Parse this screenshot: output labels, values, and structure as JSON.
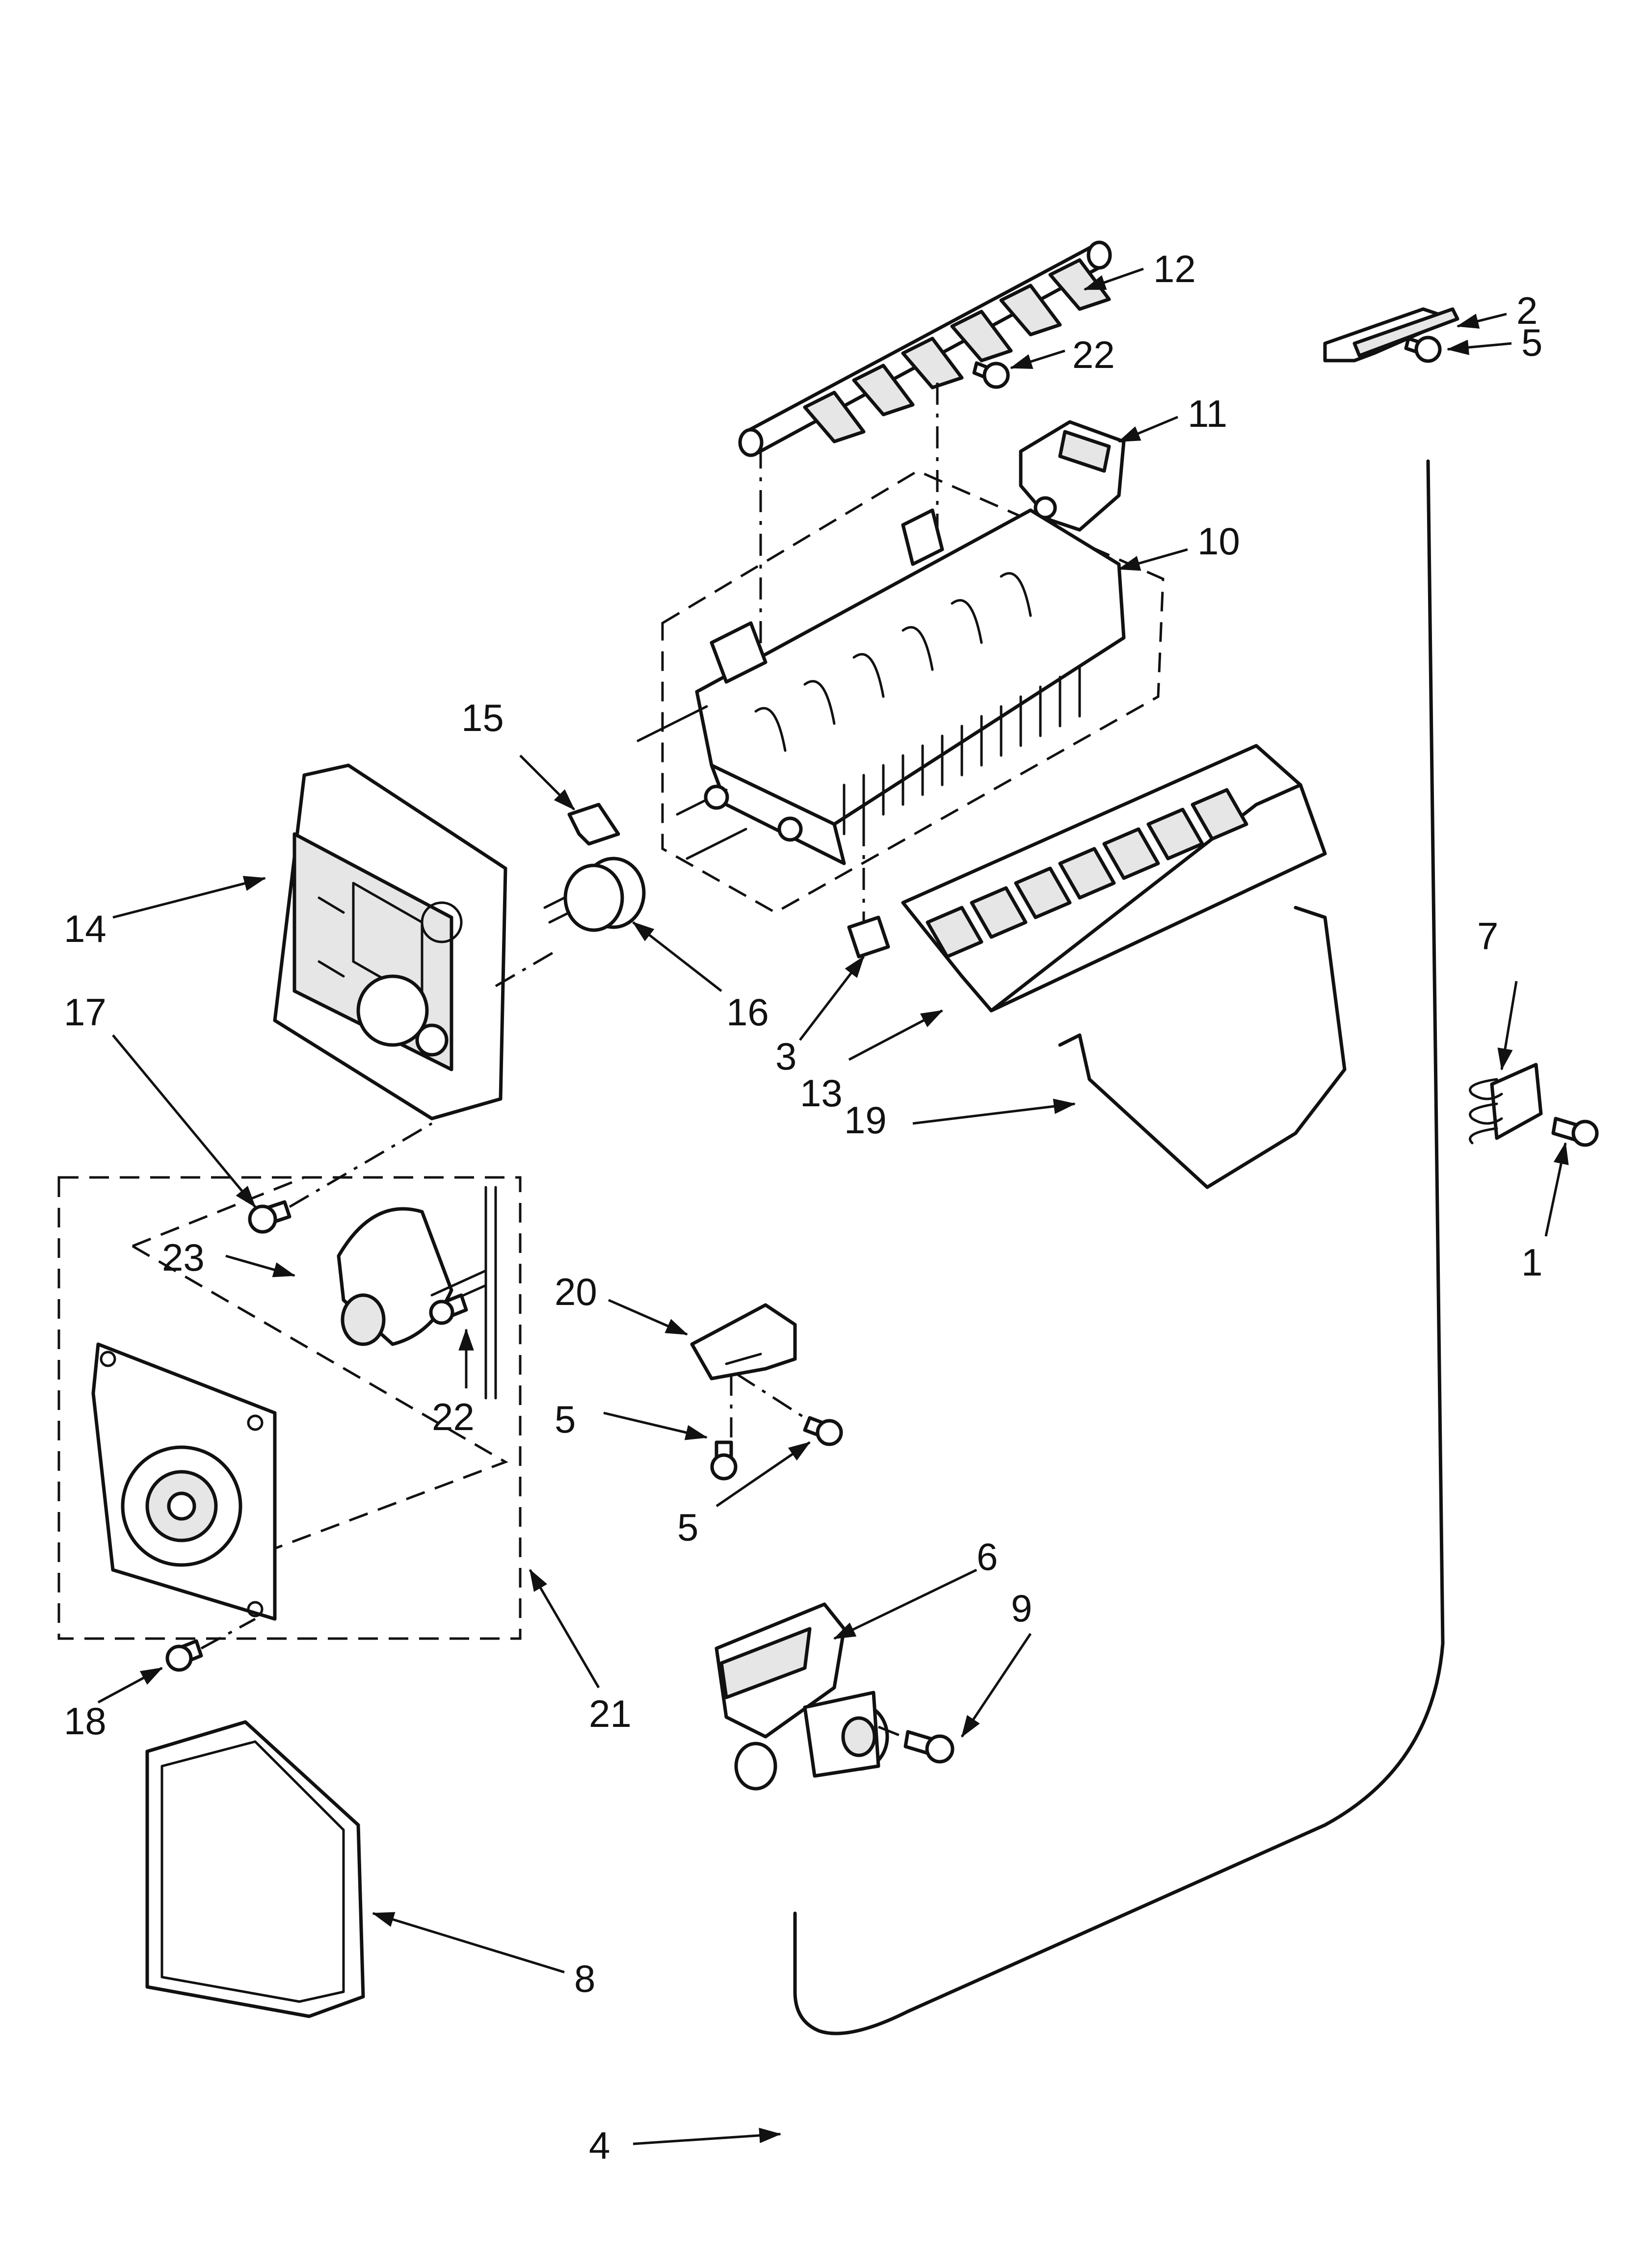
{
  "callouts": {
    "c1": "1",
    "c2": "2",
    "c3": "3",
    "c4": "4",
    "c5a": "5",
    "c5b": "5",
    "c5c": "5",
    "c6": "6",
    "c7": "7",
    "c8": "8",
    "c9": "9",
    "c10": "10",
    "c11": "11",
    "c12": "12",
    "c13": "13",
    "c14": "14",
    "c15": "15",
    "c16": "16",
    "c17": "17",
    "c18": "18",
    "c19": "19",
    "c20": "20",
    "c21": "21",
    "c22a": "22",
    "c22b": "22",
    "c23": "23"
  },
  "colors": {
    "line": "#111111",
    "background": "#ffffff"
  }
}
